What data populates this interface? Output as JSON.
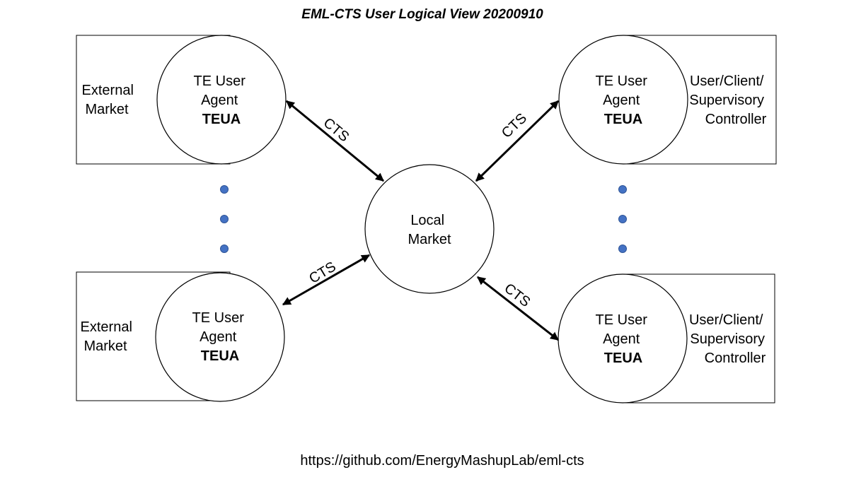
{
  "title": "EML-CTS User Logical View 20200910",
  "url": "https://github.com/EnergyMashupLab/eml-cts",
  "local_market": {
    "line1": "Local",
    "line2": "Market"
  },
  "agents": [
    {
      "line1": "TE User",
      "line2": "Agent",
      "line3": "TEUA",
      "box_lines": [
        "External",
        "Market"
      ]
    },
    {
      "line1": "TE User",
      "line2": "Agent",
      "line3": "TEUA",
      "box_lines": [
        "User/Client/",
        "Supervisory",
        "Controller"
      ]
    },
    {
      "line1": "TE User",
      "line2": "Agent",
      "line3": "TEUA",
      "box_lines": [
        "External",
        "Market"
      ]
    },
    {
      "line1": "TE User",
      "line2": "Agent",
      "line3": "TEUA",
      "box_lines": [
        "User/Client/",
        "Supervisory",
        "Controller"
      ]
    }
  ],
  "links": [
    {
      "label": "CTS"
    },
    {
      "label": "CTS"
    },
    {
      "label": "CTS"
    },
    {
      "label": "CTS"
    }
  ],
  "colors": {
    "dot": "#4472c4",
    "line": "#000000"
  }
}
